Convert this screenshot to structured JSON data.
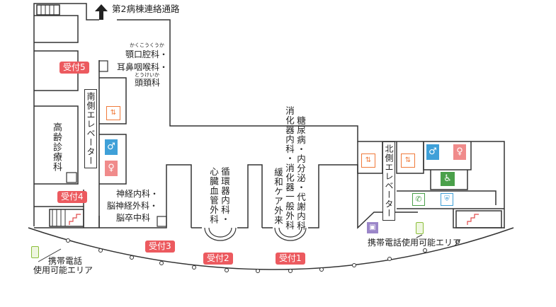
{
  "colors": {
    "reception": "#ec5a5f",
    "wall": "#333333",
    "elevator_icon": "#f07a3a",
    "restroom_male": "#3fa0d8",
    "restroom_female": "#f08b8b",
    "accessible": "#4aa04a",
    "phone_area": "#8bbf3a",
    "staff": "#9b86c9"
  },
  "corridor_label": "第2病棟連絡通路",
  "depts": {
    "oral": {
      "ruby": "かくこうくうか",
      "line1": "顎口腔科・",
      "line2": "耳鼻咽喉科・",
      "ruby2": "とうけいか",
      "line3": "頭頚科"
    },
    "geriatric": "高齢診療科",
    "neuro": {
      "line1": "神経内科・",
      "line2": "脳神経外科・",
      "line3": "脳卒中科"
    },
    "cardio": [
      "循環器内科・",
      "心臓血管外科"
    ],
    "digestive": [
      "消化器内科・消化器一般外科",
      "糖尿病・内分泌・代謝内科"
    ],
    "palliative": "緩和ケア外来"
  },
  "reception": {
    "r1": "受付1",
    "r2": "受付2",
    "r3": "受付3",
    "r4": "受付4",
    "r5": "受付5"
  },
  "elevators": {
    "south": "南側エレベーター",
    "north": "北側エレベーター"
  },
  "phone_area": {
    "left_line1": "携帯電話",
    "left_line2": "使用可能エリア",
    "right": "携帯電話使用可能エリア"
  },
  "icons": [
    "elevator-icon",
    "male-restroom-icon",
    "female-restroom-icon",
    "accessible-restroom-icon",
    "phone-icon",
    "multipurpose-icon",
    "staff-icon",
    "mobile-phone-icon",
    "stairs-icon",
    "arrow-up-icon"
  ]
}
